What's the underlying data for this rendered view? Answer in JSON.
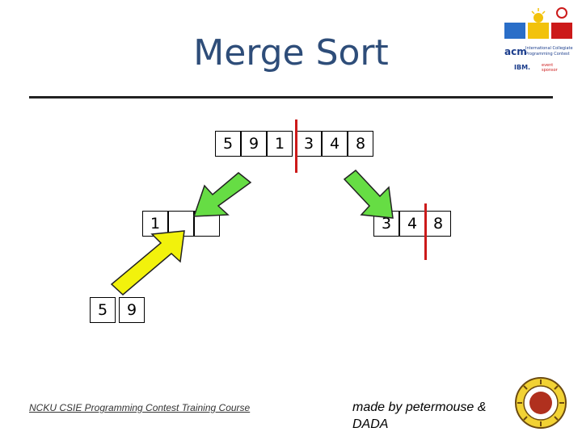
{
  "slide": {
    "title": "Merge Sort",
    "footer_left": "NCKU CSIE Programming Contest Training Course",
    "footer_right": "made by petermouse & DADA"
  },
  "top_array": [
    "5",
    "9",
    "1",
    "3",
    "4",
    "8"
  ],
  "left_array": [
    "1",
    "",
    "",
    ""
  ],
  "right_array": [
    "3",
    "4",
    "8"
  ],
  "bottom_array": [
    "5",
    "9"
  ],
  "logo": {
    "acm_text": "acm",
    "line1": "International Collegiate",
    "line2": "Programming Contest",
    "sponsor": "IBM.",
    "event_line1": "event",
    "event_line2": "sponsor"
  },
  "colors": {
    "title": "#2e4d79",
    "arrow_green": "#66dd44",
    "arrow_yellow": "#f2f20c",
    "divider": "#cc1a1a"
  }
}
